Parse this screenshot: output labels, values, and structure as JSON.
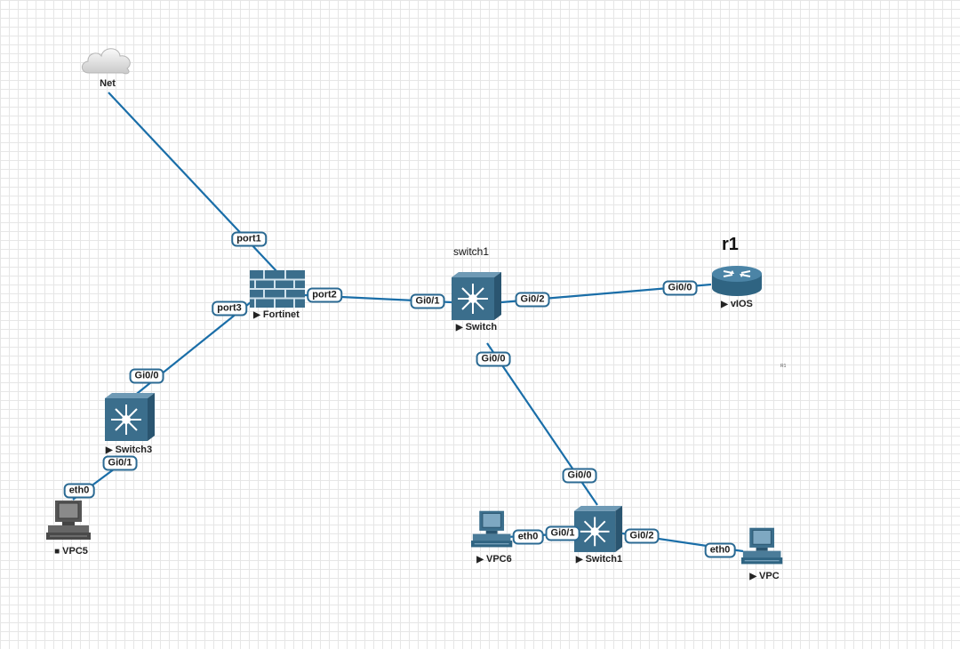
{
  "canvas": {
    "link_color": "#1a6ea8",
    "node_color": "#3b6e8c"
  },
  "labels": {
    "switch1_title": "switch1",
    "r1_title": "r1",
    "tiny_note": "R1"
  },
  "nodes": {
    "net": {
      "label": "Net",
      "icon": "cloud-icon"
    },
    "fortinet": {
      "label": "Fortinet",
      "icon": "firewall-icon",
      "state": "running"
    },
    "switch": {
      "label": "Switch",
      "icon": "switch-icon",
      "state": "running"
    },
    "vios": {
      "label": "vIOS",
      "icon": "router-icon",
      "state": "running"
    },
    "switch3": {
      "label": "Switch3",
      "icon": "switch-icon",
      "state": "running"
    },
    "vpc5": {
      "label": "VPC5",
      "icon": "pc-icon",
      "state": "stopped"
    },
    "switch1": {
      "label": "Switch1",
      "icon": "switch-icon",
      "state": "running"
    },
    "vpc6": {
      "label": "VPC6",
      "icon": "pc-icon",
      "state": "running"
    },
    "vpc": {
      "label": "VPC",
      "icon": "pc-icon",
      "state": "running"
    }
  },
  "state_marks": {
    "running": "▶",
    "stopped": "■"
  },
  "ports": {
    "fortinet_port1": "port1",
    "fortinet_port2": "port2",
    "fortinet_port3": "port3",
    "switch_gi01": "Gi0/1",
    "switch_gi02": "Gi0/2",
    "switch_gi00": "Gi0/0",
    "vios_gi00": "Gi0/0",
    "switch3_gi00": "Gi0/0",
    "switch3_gi01": "Gi0/1",
    "vpc5_eth0": "eth0",
    "switch1_gi00": "Gi0/0",
    "switch1_gi01": "Gi0/1",
    "switch1_gi02": "Gi0/2",
    "vpc6_eth0": "eth0",
    "vpc_eth0": "eth0"
  }
}
